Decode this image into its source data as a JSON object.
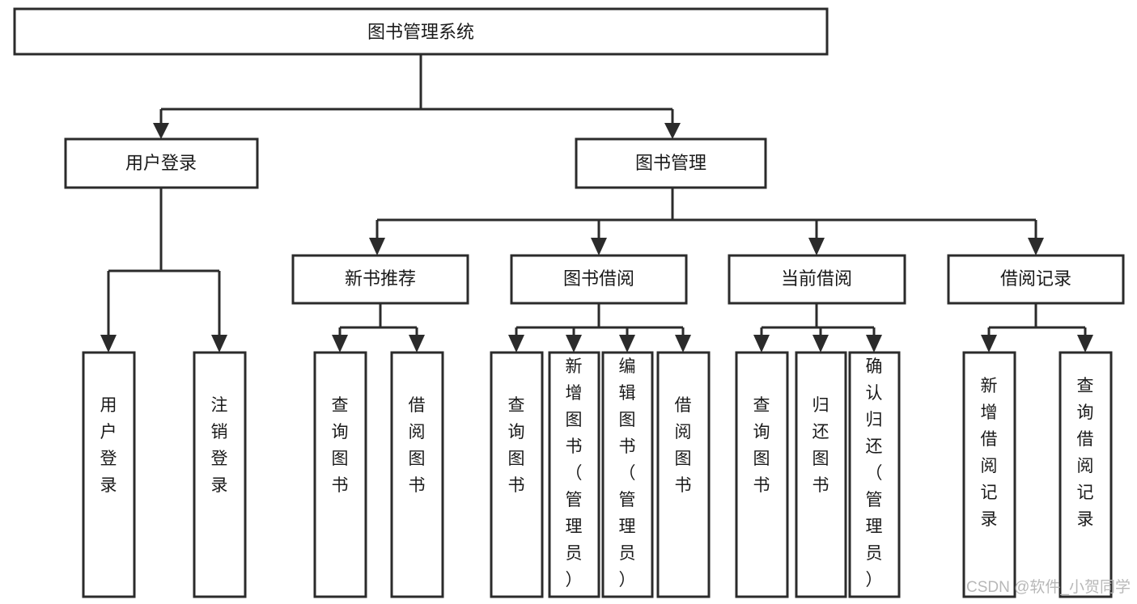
{
  "diagram": {
    "type": "tree-hierarchy-chart",
    "title": "图书管理系统",
    "watermark": "CSDN @软件_小贺同学",
    "colors": {
      "background": "#ffffff",
      "box_stroke": "#2b2b2b",
      "box_fill": "#ffffff",
      "text": "#1a1a1a",
      "watermark": "#b8b8b8"
    },
    "levels": [
      {
        "level": 1,
        "nodes": [
          {
            "id": "root",
            "label": "图书管理系统",
            "orientation": "horizontal"
          }
        ]
      },
      {
        "level": 2,
        "nodes": [
          {
            "id": "login",
            "label": "用户登录",
            "orientation": "horizontal",
            "parent": "root"
          },
          {
            "id": "bookmgmt",
            "label": "图书管理",
            "orientation": "horizontal",
            "parent": "root"
          }
        ]
      },
      {
        "level": 3,
        "nodes": [
          {
            "id": "newbook",
            "label": "新书推荐",
            "orientation": "horizontal",
            "parent": "bookmgmt"
          },
          {
            "id": "borrow",
            "label": "图书借阅",
            "orientation": "horizontal",
            "parent": "bookmgmt"
          },
          {
            "id": "current",
            "label": "当前借阅",
            "orientation": "horizontal",
            "parent": "bookmgmt"
          },
          {
            "id": "records",
            "label": "借阅记录",
            "orientation": "horizontal",
            "parent": "bookmgmt"
          }
        ]
      },
      {
        "level": 4,
        "nodes": [
          {
            "id": "leaf1",
            "label": "用户登录",
            "orientation": "vertical",
            "parent": "login"
          },
          {
            "id": "leaf2",
            "label": "注销登录",
            "orientation": "vertical",
            "parent": "login"
          },
          {
            "id": "leaf3",
            "label": "查询图书",
            "orientation": "vertical",
            "parent": "newbook"
          },
          {
            "id": "leaf4",
            "label": "借阅图书",
            "orientation": "vertical",
            "parent": "newbook"
          },
          {
            "id": "leaf5",
            "label": "查询图书",
            "orientation": "vertical",
            "parent": "borrow"
          },
          {
            "id": "leaf6",
            "label": "新增图书（管理员）",
            "orientation": "vertical",
            "parent": "borrow"
          },
          {
            "id": "leaf7",
            "label": "编辑图书（管理员）",
            "orientation": "vertical",
            "parent": "borrow"
          },
          {
            "id": "leaf8",
            "label": "借阅图书",
            "orientation": "vertical",
            "parent": "borrow"
          },
          {
            "id": "leaf9",
            "label": "查询图书",
            "orientation": "vertical",
            "parent": "current"
          },
          {
            "id": "leaf10",
            "label": "归还图书",
            "orientation": "vertical",
            "parent": "current"
          },
          {
            "id": "leaf11",
            "label": "确认归还（管理员）",
            "orientation": "vertical",
            "parent": "current"
          },
          {
            "id": "leaf12",
            "label": "新增借阅记录",
            "orientation": "vertical",
            "parent": "records"
          },
          {
            "id": "leaf13",
            "label": "查询借阅记录",
            "orientation": "vertical",
            "parent": "records"
          }
        ]
      }
    ]
  }
}
